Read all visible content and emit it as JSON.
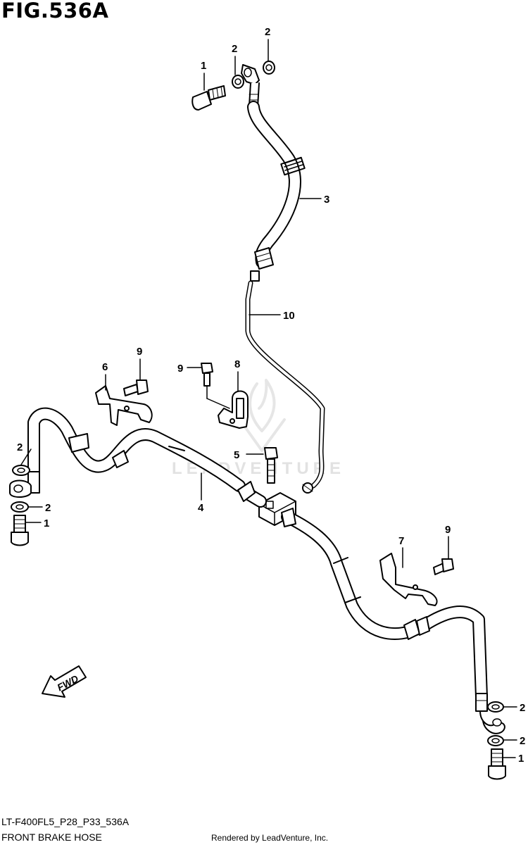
{
  "figure": {
    "title": "FIG.536A",
    "code": "LT-F400FL5_P28_P33_536A",
    "name": "FRONT BRAKE HOSE",
    "rendered_by": "Rendered by LeadVenture, Inc.",
    "watermark": "LEADVENTURE"
  },
  "direction_marker": {
    "label": "FWD"
  },
  "callouts": {
    "c1_top": "1",
    "c2_top_a": "2",
    "c2_top_b": "2",
    "c3": "3",
    "c10": "10",
    "c6": "6",
    "c9_a": "9",
    "c9_b": "9",
    "c8": "8",
    "c2_left_a": "2",
    "c2_left_b": "2",
    "c1_left": "1",
    "c5": "5",
    "c4": "4",
    "c7": "7",
    "c9_c": "9",
    "c2_right_a": "2",
    "c2_right_b": "2",
    "c1_right": "1"
  },
  "colors": {
    "line": "#000000",
    "fill": "#ffffff",
    "watermark": "#e2e2e2"
  }
}
